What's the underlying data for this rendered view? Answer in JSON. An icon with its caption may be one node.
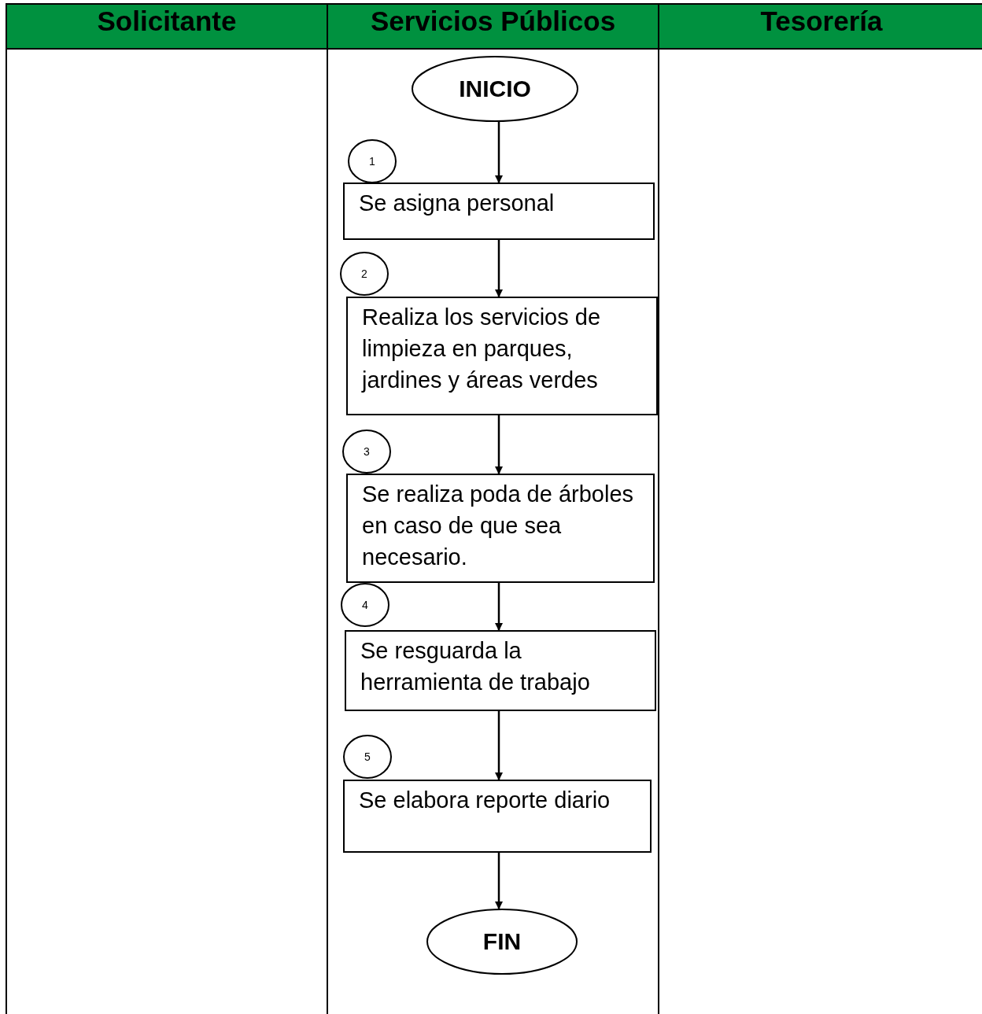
{
  "diagram": {
    "nodes": [
      {
        "text": [
          "Solicitante"
        ]
      },
      {
        "text": [
          "Servicios Públicos"
        ]
      },
      {
        "text": [
          "Tesorería"
        ]
      },
      {
        "text": [
          "INICIO"
        ],
        "in": 1
      },
      {
        "text": [
          "1"
        ],
        "in": 1
      },
      {
        "text": [
          "Se asigna personal"
        ],
        "in": 1
      },
      {
        "text": [
          "2"
        ],
        "in": 1
      },
      {
        "text": [
          "Realiza los servicios de limpieza en parques, jardines y áreas verdes"
        ],
        "in": 1
      },
      {
        "text": [
          "3"
        ],
        "in": 1
      },
      {
        "text": [
          "Se realiza poda de árboles en caso de que sea necesario."
        ],
        "in": 1
      },
      {
        "text": [
          "4"
        ],
        "in": 1
      },
      {
        "text": [
          "Se resguarda la herramienta de trabajo"
        ],
        "in": 1
      },
      {
        "text": [
          "5"
        ],
        "in": 1
      },
      {
        "text": [
          "Se elabora reporte diario"
        ],
        "in": 1
      },
      {
        "text": [
          "FIN"
        ],
        "in": 1
      }
    ],
    "edges": [
      {
        "from": 3,
        "to": 5,
        "arrow": "to"
      },
      {
        "from": 5,
        "to": 7,
        "arrow": "to"
      },
      {
        "from": 7,
        "to": 9,
        "arrow": "to"
      },
      {
        "from": 9,
        "to": 11,
        "arrow": "to"
      },
      {
        "from": 11,
        "to": 13,
        "arrow": "to"
      },
      {
        "from": 13,
        "to": 14,
        "arrow": "to"
      }
    ]
  }
}
